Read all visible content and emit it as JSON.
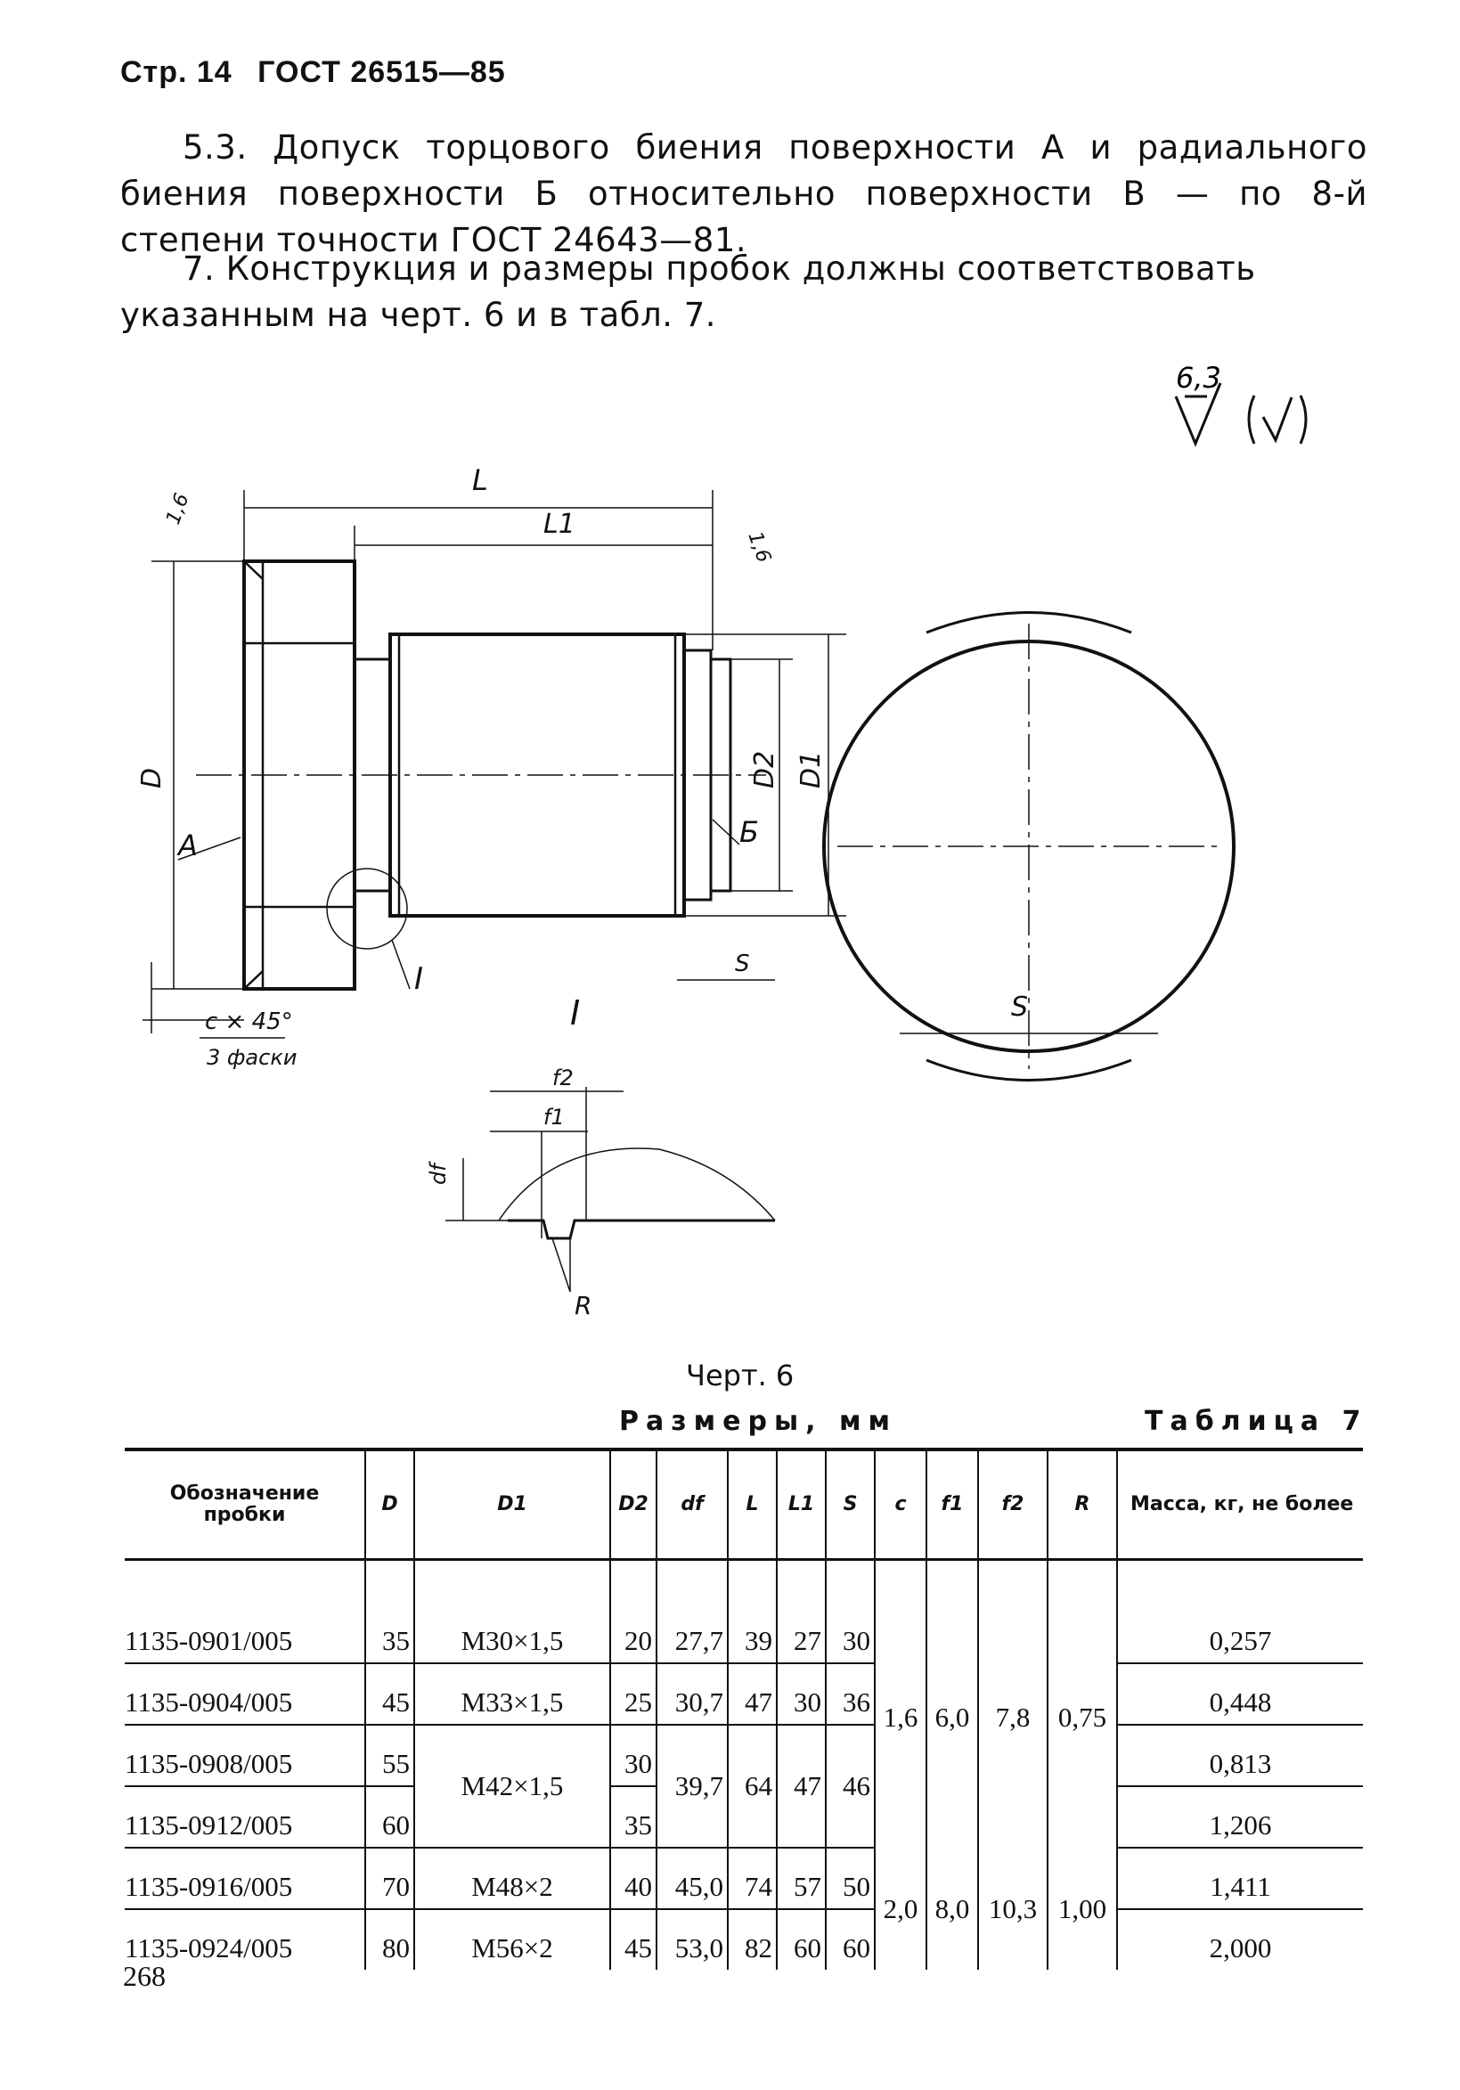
{
  "header": {
    "page": "Стр. 14",
    "standard": "ГОСТ 26515—85"
  },
  "paragraphs": [
    "5.3. Допуск торцового биения поверхности А и радиального биения поверхности Б относительно поверхности В — по 8-й степени точности ГОСТ 24643—81.",
    "7. Конструкция и размеры пробок должны соответствовать указанным на черт. 6 и в табл. 7."
  ],
  "roughness": {
    "value": "6,3"
  },
  "drawing": {
    "dim_L": "L",
    "dim_L1": "L1",
    "dim_D": "D",
    "dim_D1": "D1",
    "dim_D2": "D2",
    "dim_S": "S",
    "dim_s": "S",
    "surf_A": "А",
    "surf_B": "Б",
    "roughness_left": "1,6",
    "roughness_right": "1,6",
    "chamfer": "с × 45°",
    "chamfer_note": "3 фаски",
    "detail": "I",
    "detail_ref": "I",
    "f1": "f1",
    "f2": "f2",
    "df": "df",
    "R": "R"
  },
  "figure_caption": "Черт. 6",
  "table": {
    "dims_label": "Размеры, мм",
    "title": "Таблица 7",
    "columns": [
      "Обозначение пробки",
      "D",
      "D1",
      "D2",
      "df",
      "L",
      "L1",
      "S",
      "c",
      "f1",
      "f2",
      "R",
      "Масса, кг, не более"
    ],
    "rows": [
      [
        "1135-0901/005",
        "35",
        "M30×1,5",
        "20",
        "27,7",
        "39",
        "27",
        "30",
        "",
        "",
        "",
        "",
        "0,257"
      ],
      [
        "1135-0904/005",
        "45",
        "M33×1,5",
        "25",
        "30,7",
        "47",
        "30",
        "36",
        "1,6",
        "6,0",
        "7,8",
        "0,75",
        "0,448"
      ],
      [
        "1135-0908/005",
        "55",
        "M42×1,5",
        "30",
        "39,7",
        "64",
        "47",
        "46",
        "",
        "",
        "",
        "",
        "0,813"
      ],
      [
        "1135-0912/005",
        "60",
        "",
        "35",
        "",
        "",
        "",
        "",
        "",
        "",
        "",
        "",
        "1,206"
      ],
      [
        "1135-0916/005",
        "70",
        "M48×2",
        "40",
        "45,0",
        "74",
        "57",
        "50",
        "2,0",
        "8,0",
        "10,3",
        "1,00",
        "1,411"
      ],
      [
        "1135-0924/005",
        "80",
        "M56×2",
        "45",
        "53,0",
        "82",
        "60",
        "60",
        "",
        "",
        "",
        "",
        "2,000"
      ]
    ]
  },
  "page_number": "268"
}
